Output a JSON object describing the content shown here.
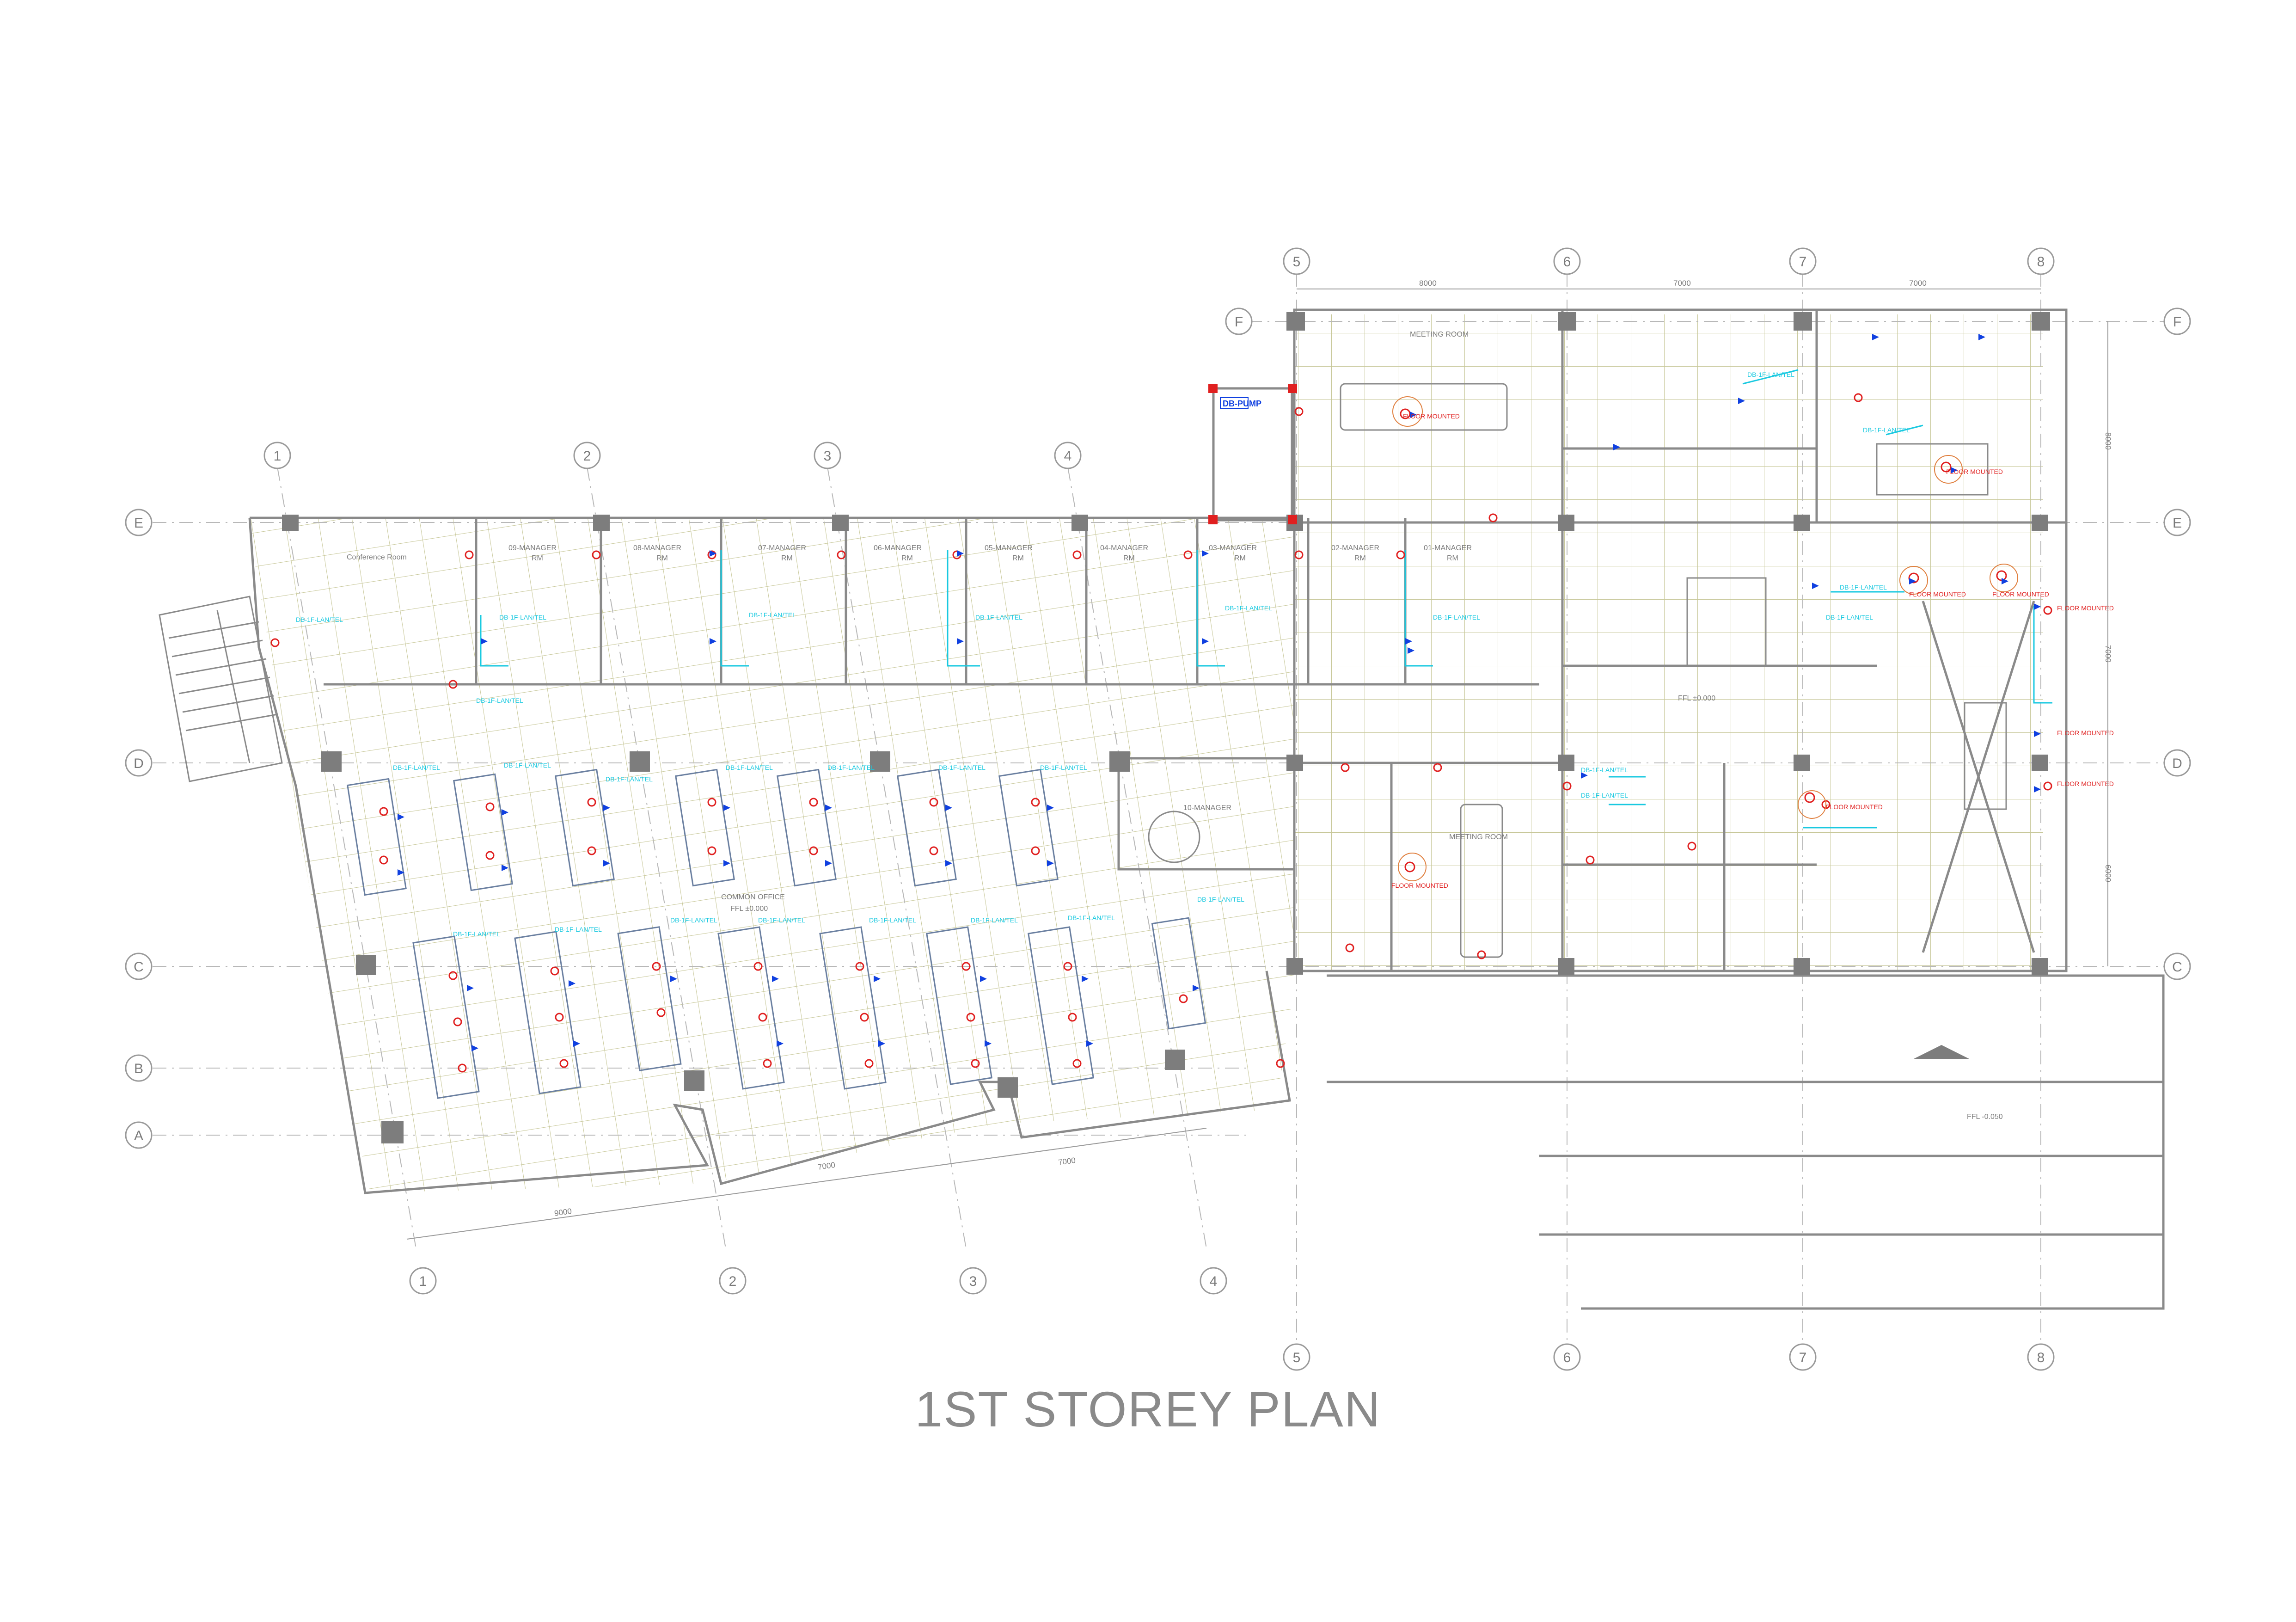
{
  "title": "1ST STOREY PLAN",
  "grid": {
    "col_labels": [
      "1",
      "2",
      "3",
      "4",
      "5",
      "6",
      "7",
      "8"
    ],
    "row_labels": [
      "A",
      "B",
      "C",
      "D",
      "E",
      "F"
    ]
  },
  "dimensions": {
    "top": [
      "8000",
      "7000",
      "7000"
    ],
    "right": [
      "8000",
      "7000",
      "6000"
    ],
    "bottom": [
      "9000",
      "7000",
      "7000"
    ]
  },
  "rooms": {
    "meeting_room_top": "MEETING ROOM",
    "meeting_room_mid": "MEETING ROOM",
    "common_office": "COMMON OFFICE",
    "common_office_ffl": "FFL ±0.000",
    "core_ffl": "FFL ±0.000",
    "lobby_ffl": "FFL -0.050",
    "conference_room": "Conference Room",
    "manager_rooms": [
      "09-MANAGER",
      "08-MANAGER",
      "07-MANAGER",
      "06-MANAGER",
      "05-MANAGER",
      "04-MANAGER",
      "03-MANAGER",
      "02-MANAGER",
      "01-MANAGER"
    ],
    "rm": "RM",
    "manager_10": "10-MANAGER"
  },
  "labels": {
    "db_pump": "DB-PUMP",
    "floor_mounted": "FLOOR MOUNTED",
    "circuit_tag": "DB-1F-LAN/TEL"
  },
  "colors": {
    "line": "#9a9a9a",
    "grid_tile": "#c8c89a",
    "column": "#7d7d7d",
    "cyan": "#19c9e0",
    "red": "#e02020",
    "blue": "#1040e0",
    "orange": "#e08040"
  }
}
